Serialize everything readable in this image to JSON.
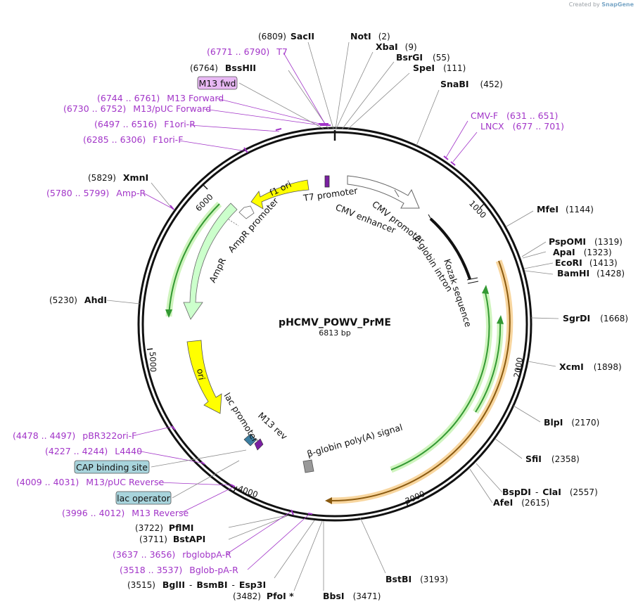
{
  "plasmid": {
    "name": "pHCMV_POWV_PrME",
    "length_label": "6813 bp"
  },
  "credit": {
    "prefix": "Created by",
    "brand": "SnapGene"
  },
  "ruler": [
    "1000",
    "2000",
    "3000",
    "4000",
    "5000",
    "6000"
  ],
  "enzymes_top": [
    {
      "name": "SacII",
      "pos": "(6809)"
    },
    {
      "name": "NotI",
      "pos": "(2)"
    },
    {
      "name": "XbaI",
      "pos": "(9)"
    },
    {
      "name": "BsrGI",
      "pos": "(55)"
    },
    {
      "name": "SpeI",
      "pos": "(111)"
    },
    {
      "name": "SnaBI",
      "pos": "(452)"
    },
    {
      "name": "BssHII",
      "pos": "(6764)"
    }
  ],
  "enzymes_right": [
    {
      "name": "MfeI",
      "pos": "(1144)"
    },
    {
      "name": "PspOMI",
      "pos": "(1319)"
    },
    {
      "name": "ApaI",
      "pos": "(1323)"
    },
    {
      "name": "EcoRI",
      "pos": "(1413)"
    },
    {
      "name": "BamHI",
      "pos": "(1428)"
    },
    {
      "name": "SgrDI",
      "pos": "(1668)"
    },
    {
      "name": "XcmI",
      "pos": "(1898)"
    },
    {
      "name": "BlpI",
      "pos": "(2170)"
    },
    {
      "name": "SfiI",
      "pos": "(2358)"
    },
    {
      "name": "BspDI",
      "sep": "-",
      "name2": "ClaI",
      "pos": "(2557)"
    },
    {
      "name": "AfeI",
      "pos": "(2615)"
    }
  ],
  "enzymes_bottom": [
    {
      "name": "BstBI",
      "pos": "(3193)"
    },
    {
      "name": "BbsI",
      "pos": "(3471)"
    },
    {
      "pos": "(3482)",
      "name": "PfoI *"
    },
    {
      "pos": "(3515)",
      "name": "BglII",
      "sep": "-",
      "name2": "BsmBI",
      "sep2": "-",
      "name3": "Esp3I"
    },
    {
      "pos": "(3711)",
      "name": "BstAPI"
    },
    {
      "pos": "(3722)",
      "name": "PflMI"
    }
  ],
  "enzymes_left": [
    {
      "pos": "(5829)",
      "name": "XmnI"
    },
    {
      "pos": "(5230)",
      "name": "AhdI"
    }
  ],
  "primers": [
    {
      "range": "(6771 .. 6790)",
      "name": "T7"
    },
    {
      "range": "(6744 .. 6761)",
      "name": "M13 Forward"
    },
    {
      "range": "(6730 .. 6752)",
      "name": "M13/pUC Forward"
    },
    {
      "range": "(6497 .. 6516)",
      "name": "F1ori-R"
    },
    {
      "range": "(6285 .. 6306)",
      "name": "F1ori-F"
    },
    {
      "range": "(5780 .. 5799)",
      "name": "Amp-R"
    },
    {
      "range": "(4478 .. 4497)",
      "name": "pBR322ori-F"
    },
    {
      "range": "(4227 .. 4244)",
      "name": "L4440"
    },
    {
      "range": "(4009 .. 4031)",
      "name": "M13/pUC Reverse"
    },
    {
      "range": "(3996 .. 4012)",
      "name": "M13 Reverse"
    },
    {
      "range": "(3637 .. 3656)",
      "name": "rbglobpA-R"
    },
    {
      "range": "(3518 .. 3537)",
      "name": "Bglob-pA-R"
    },
    {
      "name": "CMV-F",
      "range": "(631 .. 651)"
    },
    {
      "name": "LNCX",
      "range": "(677 .. 701)"
    }
  ],
  "boxed_labels": {
    "m13fwd": "M13 fwd",
    "cap": "CAP binding site",
    "lacop": "lac operator"
  },
  "features": {
    "t7": "T7 promoter",
    "cmv_enh": "CMV enhancer",
    "cmv_prom": "CMV promoter",
    "bglobin_intron": "β-globin intron",
    "kozak": "Kozak sequence",
    "f1ori": "f1 ori",
    "ampr_prom": "AmpR promoter",
    "ampr": "AmpR",
    "ori": "ori",
    "lac_prom": "lac promoter",
    "m13rev": "M13 rev",
    "polya": "β-globin poly(A) signal"
  },
  "colors": {
    "ring": "#111111",
    "primer": "#a235c8",
    "f1ori": "#ffff00",
    "ori": "#ffff00",
    "ampr": "#ccffcc",
    "orf_green": "#339933",
    "orf_orange": "#f0a030",
    "cap_box": "#a8d4dc",
    "m13fwd_box": "#e8b8f4",
    "polya": "#999999"
  }
}
